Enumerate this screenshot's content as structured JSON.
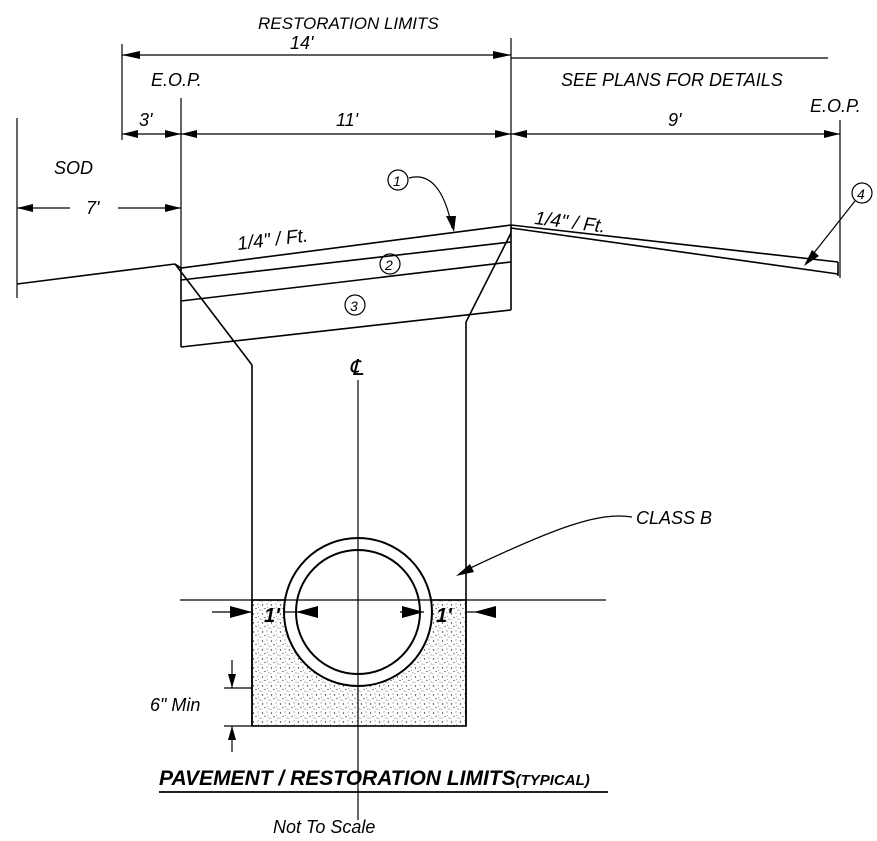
{
  "labels": {
    "restoration_limits": "RESTORATION LIMITS",
    "dim_14": "14'",
    "eop_left": "E.O.P.",
    "see_plans": "SEE PLANS FOR DETAILS",
    "eop_right": "E.O.P.",
    "dim_3": "3'",
    "dim_11": "11'",
    "dim_9": "9'",
    "sod": "SOD",
    "dim_7": "7'",
    "slope_left": "1/4\" / Ft.",
    "slope_right": "1/4\" / Ft.",
    "callout_1": "1",
    "callout_2": "2",
    "callout_3": "3",
    "callout_4": "4",
    "centerline": "℄",
    "class_b": "CLASS B",
    "clear_left": "1'",
    "clear_right": "1'",
    "min_6": "6\" Min",
    "title_main": "PAVEMENT / RESTORATION LIMITS",
    "title_typ": "(TYPICAL)",
    "subtitle": "Not To Scale"
  }
}
